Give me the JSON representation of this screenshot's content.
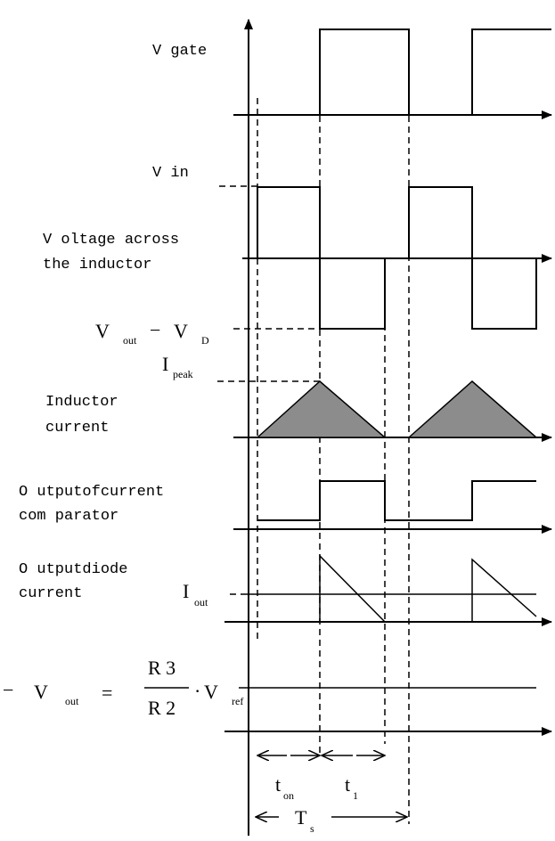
{
  "labels": {
    "vgate": "V gate",
    "vin": "V in",
    "voltage_across_line1": "V oltage across",
    "voltage_across_line2": "the inductor",
    "vout_minus_vd_main": "V",
    "vout_sub": "out",
    "minus": "−",
    "vd_main": "V",
    "vd_sub": "D",
    "ipeak_main": "I",
    "ipeak_sub": "peak",
    "inductor_current_line1": "Inductor",
    "inductor_current_line2": "current",
    "comparator_line1": "O utputofcurrent",
    "comparator_line2": "com parator",
    "diode_line1": "O utputdiode",
    "diode_line2": "current",
    "iout_main": "I",
    "iout_sub": "out",
    "eq_minus": "−",
    "eq_v": "V",
    "eq_out": "out",
    "eq_equals": "=",
    "eq_num": "R 3",
    "eq_den": "R 2",
    "eq_dot": "·",
    "eq_vref": "V",
    "eq_ref": "ref",
    "ton_main": "t",
    "ton_sub": "on",
    "t1_main": "t",
    "t1_sub": "1",
    "ts_main": "T",
    "ts_sub": "s"
  }
}
